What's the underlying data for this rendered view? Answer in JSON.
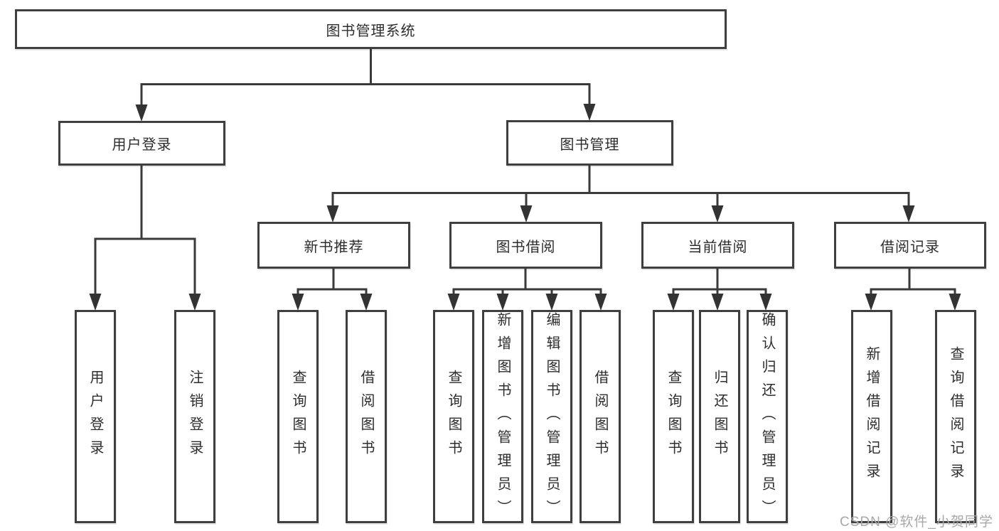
{
  "diagram": {
    "root": "图书管理系统",
    "level2": {
      "user_login": "用户登录",
      "book_management": "图书管理"
    },
    "level3": {
      "recommend": "新书推荐",
      "borrow": "图书借阅",
      "current": "当前借阅",
      "records": "借阅记录"
    },
    "leaves": {
      "user_login": [
        "用户登录",
        "注销登录"
      ],
      "recommend": [
        "查询图书",
        "借阅图书"
      ],
      "borrow": [
        "查询图书",
        "新增图书（管理员）",
        "编辑图书（管理员）",
        "借阅图书"
      ],
      "current": [
        "查询图书",
        "归还图书",
        "确认归还（管理员）"
      ],
      "records": [
        "新增借阅记录",
        "查询借阅记录"
      ]
    }
  },
  "watermark": "CSDN @软件_小贺同学",
  "colors": {
    "line": "#3a3a3a",
    "box_border": "#3f3f3f",
    "text": "#2d2d2d",
    "watermark": "#a8a8a8",
    "background": "#ffffff"
  }
}
